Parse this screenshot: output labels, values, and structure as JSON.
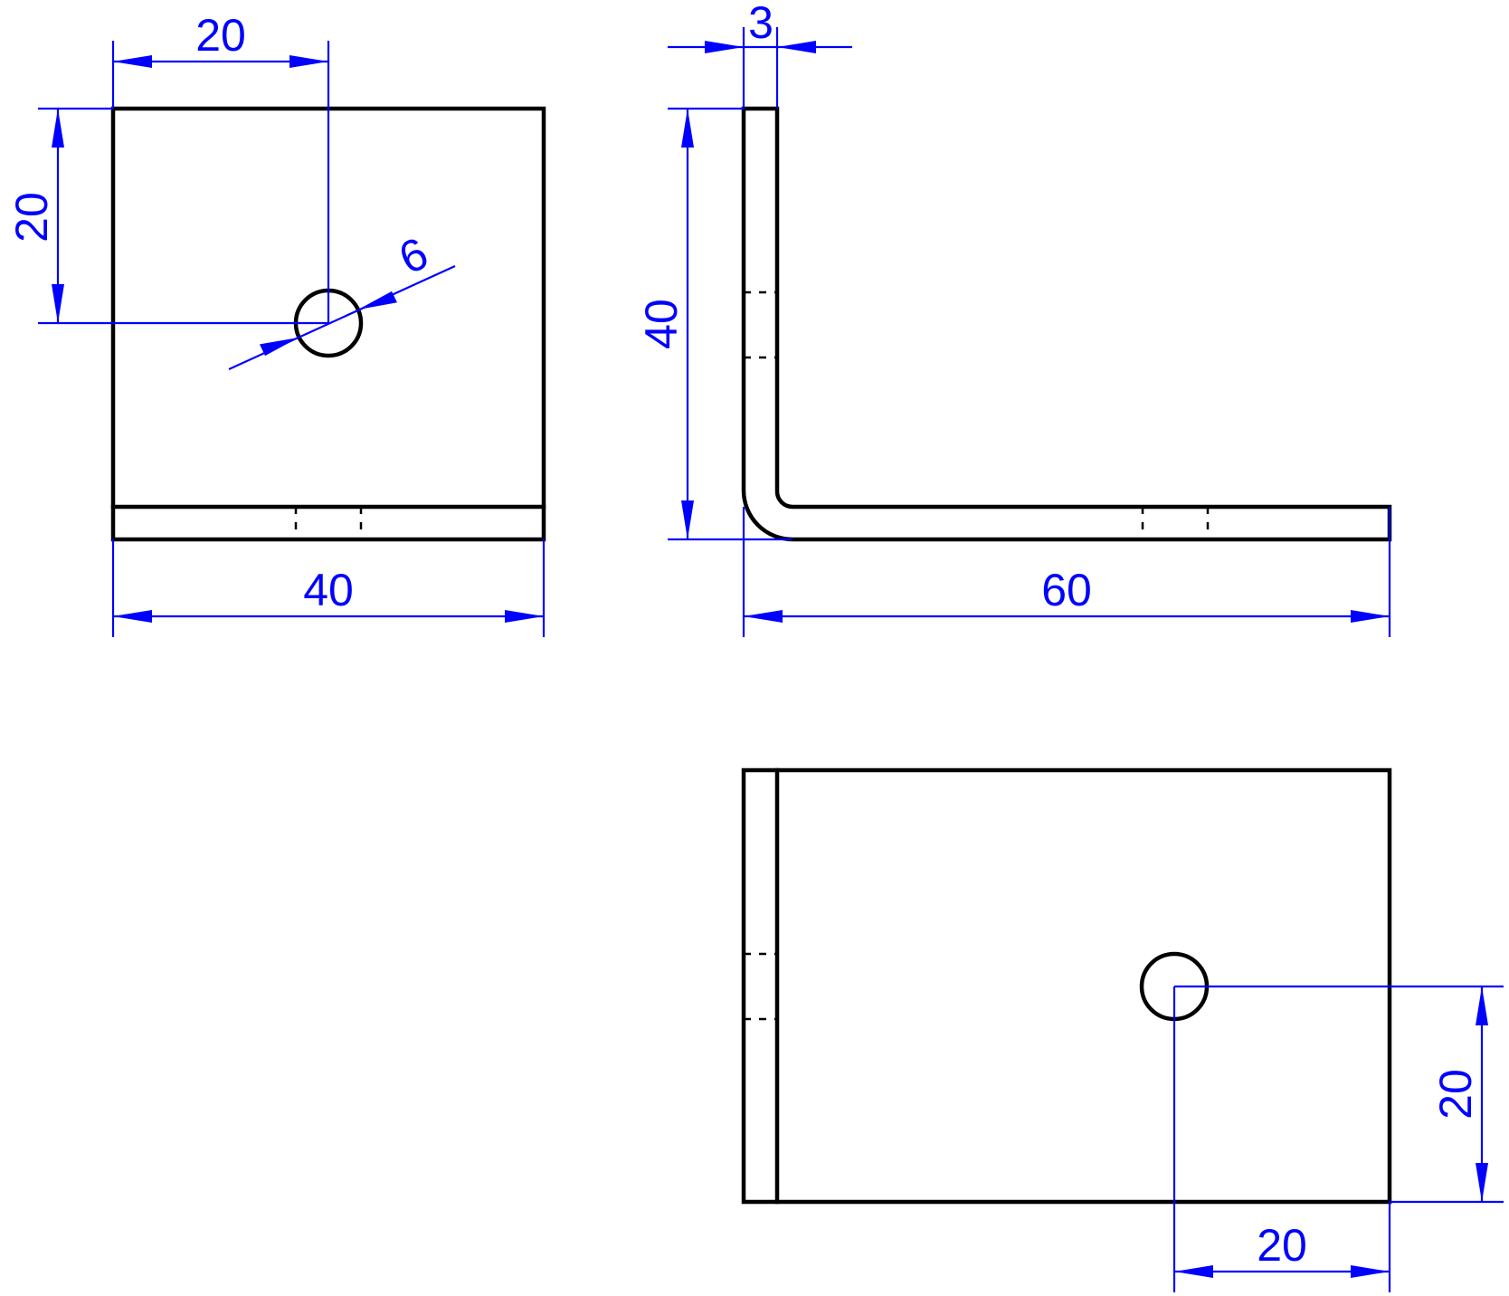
{
  "colors": {
    "object_lines": "#000000",
    "dimension_lines": "#0000ff",
    "background": "#ffffff"
  },
  "front_view": {
    "dims": {
      "hole_x": "20",
      "hole_y": "20",
      "hole_diameter": "6",
      "width": "40"
    }
  },
  "side_view": {
    "dims": {
      "thickness": "3",
      "height": "40",
      "length": "60"
    }
  },
  "top_view": {
    "dims": {
      "hole_offset_y": "20",
      "hole_offset_x": "20"
    }
  }
}
